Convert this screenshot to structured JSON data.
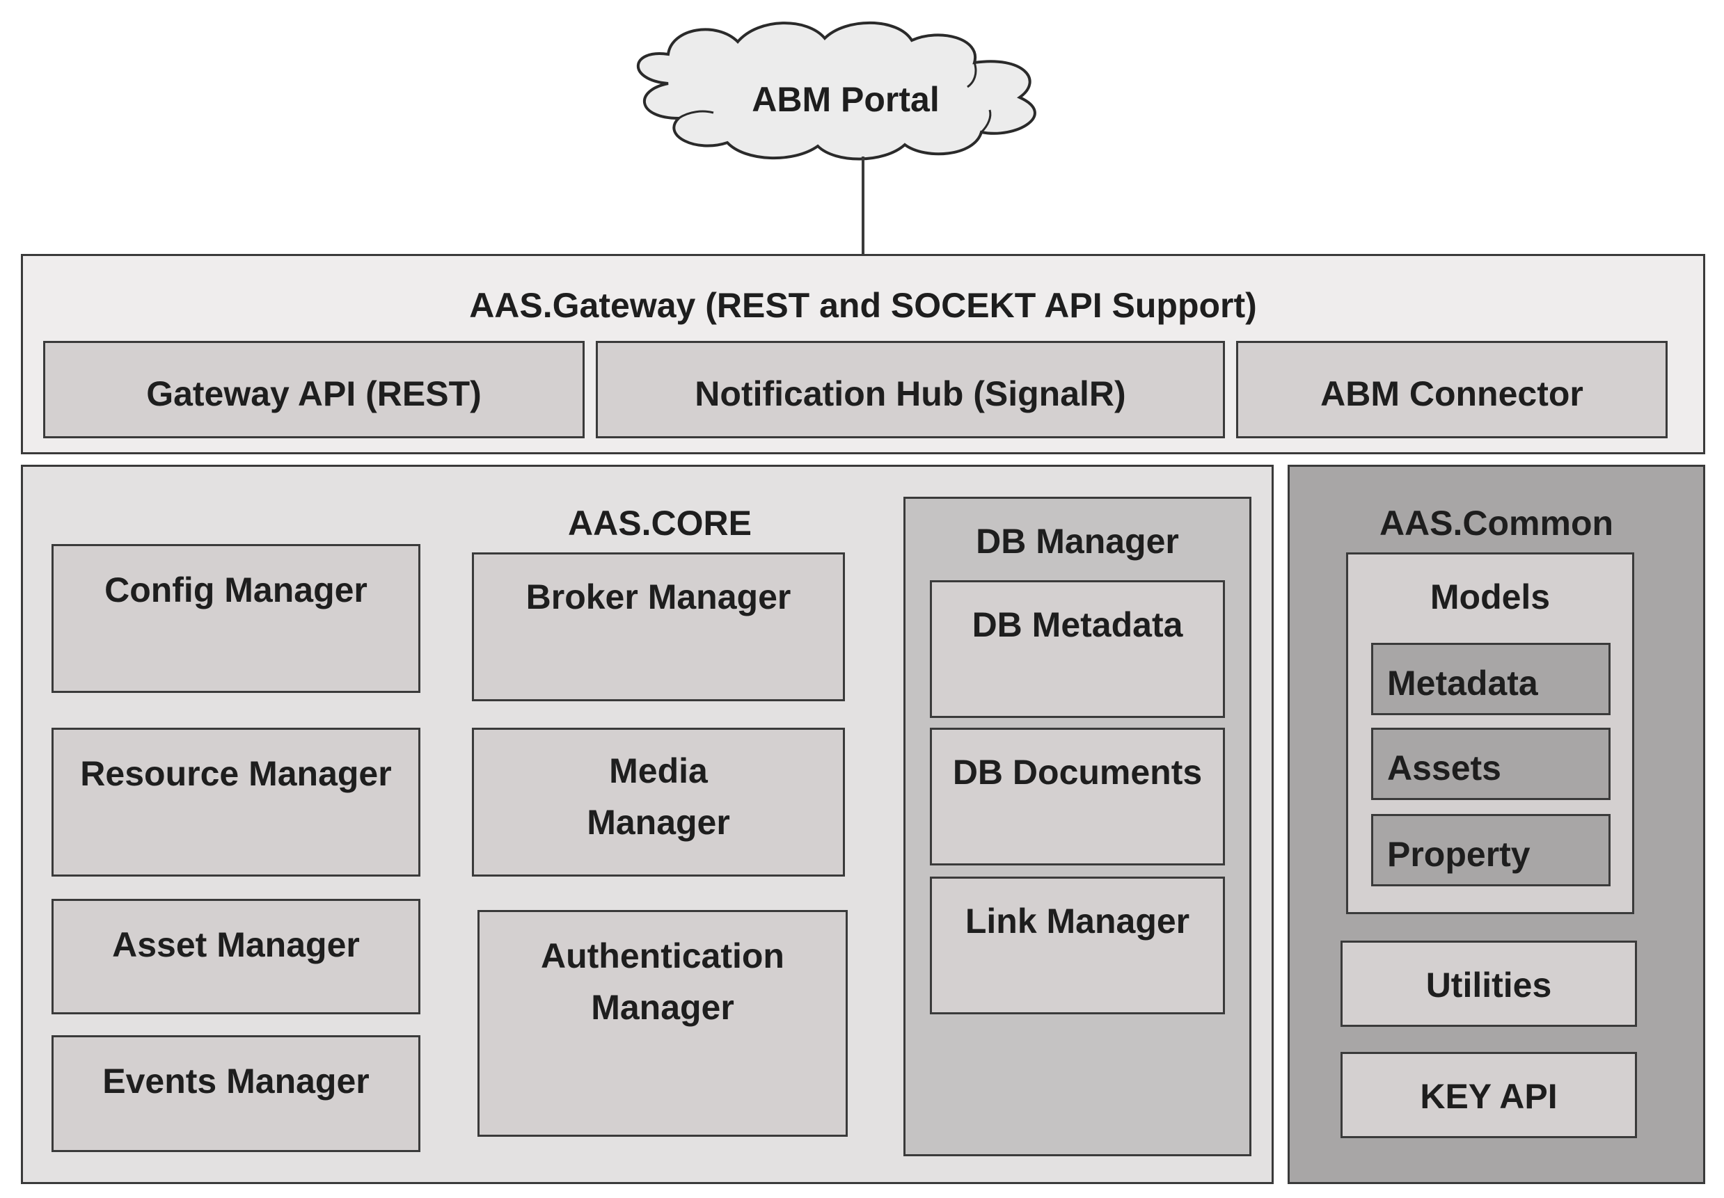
{
  "portal": {
    "label": "ABM Portal"
  },
  "gateway": {
    "title": "AAS.Gateway (REST and SOCEKT API Support)",
    "items": [
      "Gateway API (REST)",
      "Notification Hub (SignalR)",
      "ABM Connector"
    ]
  },
  "core": {
    "title": "AAS.CORE",
    "left_col": [
      "Config Manager",
      "Resource Manager",
      "Asset Manager",
      "Events Manager"
    ],
    "mid_col": {
      "broker": "Broker Manager",
      "media_line1": "Media",
      "media_line2": "Manager",
      "auth_line1": "Authentication",
      "auth_line2": "Manager"
    },
    "db_manager": {
      "title": "DB Manager",
      "items": [
        "DB Metadata",
        "DB Documents",
        "Link Manager"
      ]
    }
  },
  "common": {
    "title": "AAS.Common",
    "models": {
      "title": "Models",
      "items": [
        "Metadata",
        "Assets",
        "Property"
      ]
    },
    "utilities": "Utilities",
    "key_api": "KEY API"
  }
}
